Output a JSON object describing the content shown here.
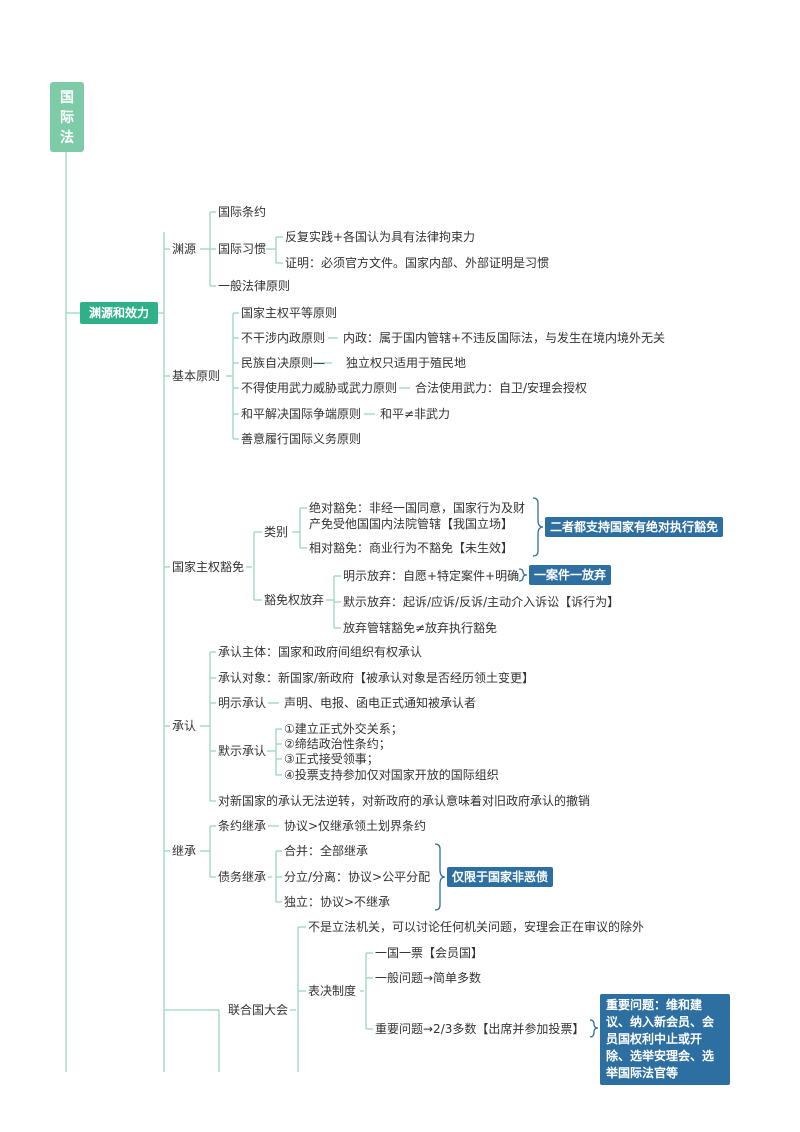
{
  "root": {
    "chars": [
      "国",
      "际",
      "法"
    ]
  },
  "main_branch": "渊源和效力",
  "yuanyuan": {
    "label": "渊源",
    "items": [
      "国际条约",
      "国际习惯",
      "一般法律原则"
    ],
    "custom_details": [
      "反复实践+各国认为具有法律拘束力",
      "证明：必须官方文件。国家内部、外部证明是习惯"
    ]
  },
  "principles": {
    "label": "基本原则",
    "items": [
      "国家主权平等原则",
      "不干涉内政原则",
      "民族自决原则—",
      "不得使用武力威胁或武力原则",
      "和平解决国际争端原则",
      "善意履行国际义务原则"
    ],
    "details": [
      "内政：属于国内管辖+不违反国际法，与发生在境内境外无关",
      "独立权只适用于殖民地",
      "合法使用武力：自卫/安理会授权",
      "和平≠非武力"
    ]
  },
  "immunity": {
    "label": "国家主权豁免",
    "category_label": "类别",
    "absolute": [
      "绝对豁免：非经一国同意，国家行为及财",
      "产免受他国国内法院管辖【我国立场】"
    ],
    "relative": "相对豁免：商业行为不豁免【未生效】",
    "category_note": "二者都支持国家有绝对执行豁免",
    "waiver_label": "豁免权放弃",
    "waiver_items": [
      "明示放弃：自愿+特定案件+明确",
      "默示放弃：起诉/应诉/反诉/主动介入诉讼【诉行为】",
      "放弃管辖豁免≠放弃执行豁免"
    ],
    "waiver_note": "一案件一放弃"
  },
  "recognition": {
    "label": "承认",
    "subject": "承认主体：国家和政府间组织有权承认",
    "object": "承认对象：新国家/新政府【被承认对象是否经历领土变更】",
    "express_label": "明示承认",
    "express_detail": "声明、电报、函电正式通知被承认者",
    "implied_label": "默示承认",
    "implied_items": [
      "①建立正式外交关系；",
      "②缔结政治性条约；",
      "③正式接受领事；",
      "④投票支持参加仅对国家开放的国际组织"
    ],
    "irreversible": "对新国家的承认无法逆转，对新政府的承认意味着对旧政府承认的撤销"
  },
  "succession": {
    "label": "继承",
    "treaty_label": "条约继承",
    "treaty_detail": "协议>仅继承领土划界条约",
    "debt_label": "债务继承",
    "debt_items": [
      "合并：全部继承",
      "分立/分离：协议>公平分配",
      "独立：协议>不继承"
    ],
    "debt_note": "仅限于国家非恶债"
  },
  "un": {
    "label": "联合国大会",
    "desc": "不是立法机关，可以讨论任何机关问题，安理会正在审议的除外",
    "voting_label": "表决制度",
    "voting_items": [
      "一国一票【会员国】",
      "一般问题→简单多数",
      "重要问题→2/3多数【出席并参加投票】"
    ],
    "important_note": "重要问题：维和建议、纳入新会员、会员国权利中止或开除、选举安理会、选举国际法官等"
  },
  "colors": {
    "line": "#9ad6c1",
    "root": "#7ecba8",
    "main": "#2fb089",
    "note": "#2d6fa0",
    "bracket": "#2d6fa0"
  }
}
